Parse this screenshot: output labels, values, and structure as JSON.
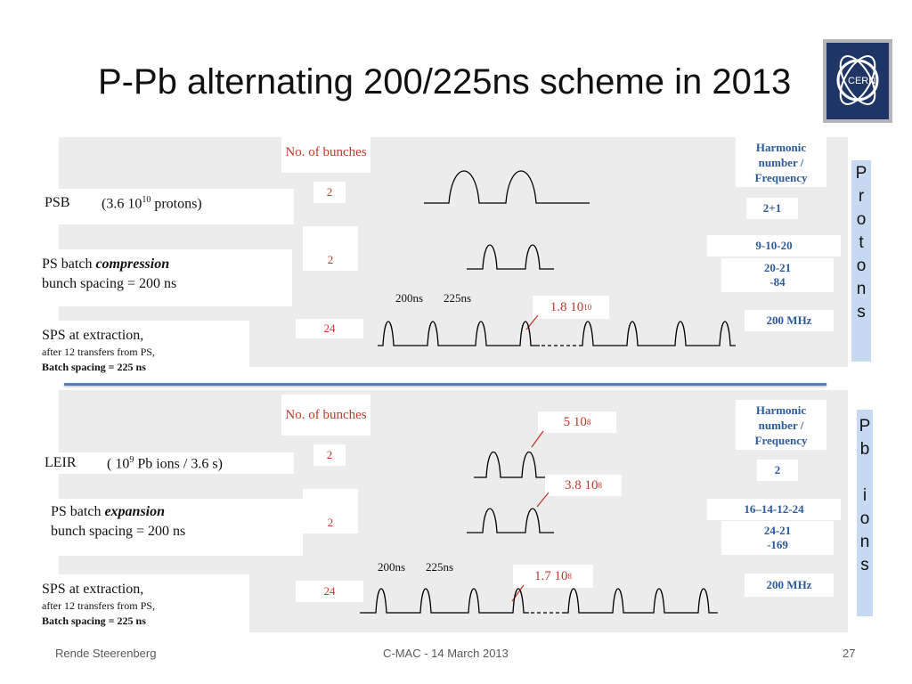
{
  "title": "P-Pb alternating 200/225ns scheme in 2013",
  "logo_text": "CERN",
  "headers": {
    "bunches": "No. of bunches",
    "harmonic": "Harmonic number / Frequency"
  },
  "protons": {
    "side_label": [
      "P",
      "r",
      "o",
      "t",
      "o",
      "n",
      "s"
    ],
    "psb": {
      "name": "PSB",
      "detail_pre": "(3.6 10",
      "detail_exp": "10",
      "detail_post": " protons)",
      "bunches": "2",
      "harmonic": "2+1"
    },
    "ps": {
      "line1_pre": "PS batch ",
      "line1_em": "compression",
      "line2": "bunch spacing = 200 ns",
      "bunches": "2",
      "harmonic_a": "9-10-20",
      "harmonic_b1": "20-21",
      "harmonic_b2": "-84"
    },
    "sps": {
      "line1": "SPS at  extraction,",
      "line2": "after 12 transfers from PS,",
      "line3": "Batch spacing = 225 ns",
      "bunches": "24",
      "harmonic": "200 MHz",
      "spacing1": "200ns",
      "spacing2": "225ns"
    },
    "intensity": {
      "base": "1.8 10",
      "exp": "10"
    }
  },
  "ions": {
    "side_label": [
      "P",
      "b",
      "",
      "i",
      "o",
      "n",
      "s"
    ],
    "leir": {
      "name": "LEIR",
      "detail_pre": "( 10",
      "detail_exp": "9",
      "detail_post": " Pb ions / 3.6 s)",
      "bunches": "2",
      "harmonic": "2"
    },
    "ps": {
      "line1_pre": "PS batch ",
      "line1_em": "expansion",
      "line2": "bunch spacing = 200 ns",
      "bunches": "2",
      "harmonic_a": "16–14-12-24",
      "harmonic_b1": "24-21",
      "harmonic_b2": "-169"
    },
    "sps": {
      "line1": "SPS at  extraction,",
      "line2": "after 12 transfers from PS,",
      "line3": "Batch spacing = 225 ns",
      "bunches": "24",
      "harmonic": "200 MHz",
      "spacing1": "200ns",
      "spacing2": "225ns"
    },
    "intensity_leir": {
      "base": "5 10",
      "exp": "8"
    },
    "intensity_ps": {
      "base": "3.8 10",
      "exp": "8"
    },
    "intensity_sps": {
      "base": "1.7 10",
      "exp": "8"
    }
  },
  "footer": {
    "author": "Rende Steerenberg",
    "event": "C-MAC - 14 March 2013",
    "page": "27"
  }
}
